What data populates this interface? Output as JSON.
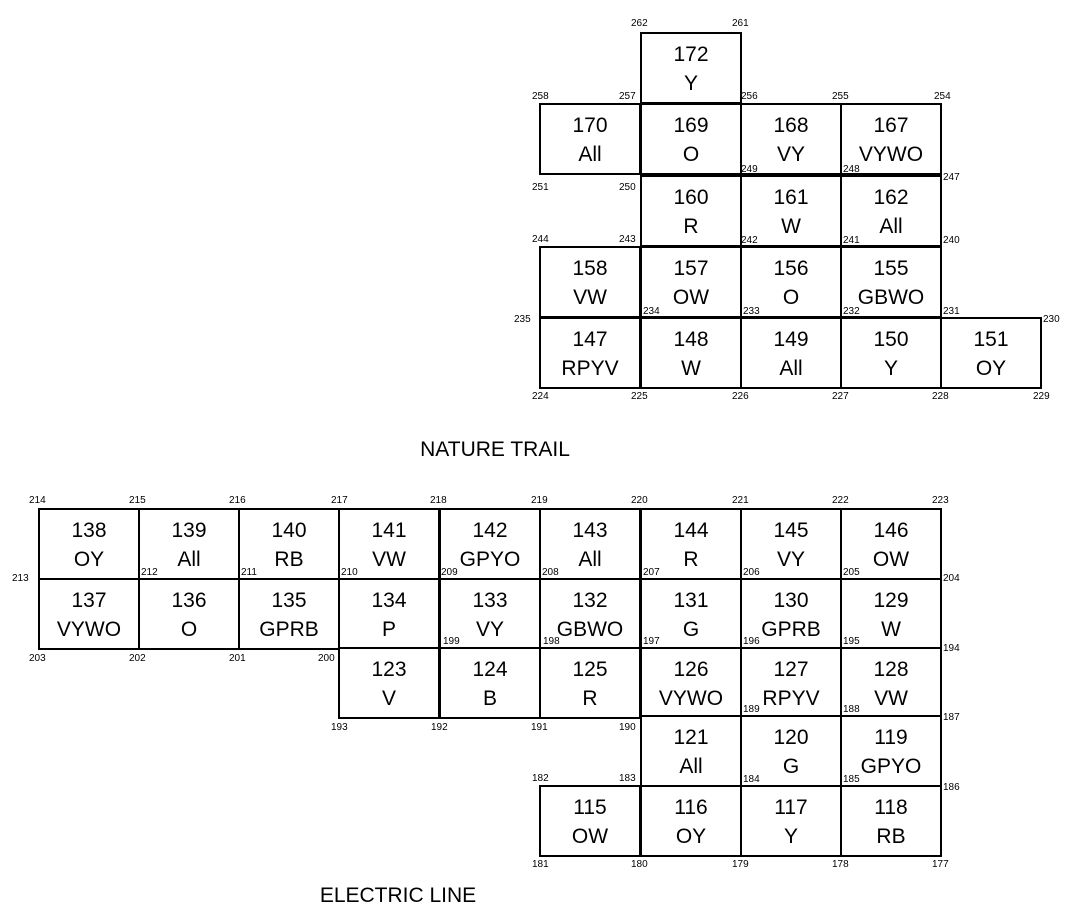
{
  "labels": {
    "nature_trail": "NATURE TRAIL",
    "electric_line": "ELECTRIC LINE"
  },
  "north_section": {
    "cells": [
      {
        "id": "172",
        "code": "Y"
      },
      {
        "id": "170",
        "code": "All"
      },
      {
        "id": "169",
        "code": "O"
      },
      {
        "id": "168",
        "code": "VY"
      },
      {
        "id": "167",
        "code": "VYWO"
      },
      {
        "id": "160",
        "code": "R"
      },
      {
        "id": "161",
        "code": "W"
      },
      {
        "id": "162",
        "code": "All"
      },
      {
        "id": "158",
        "code": "VW"
      },
      {
        "id": "157",
        "code": "OW"
      },
      {
        "id": "156",
        "code": "O"
      },
      {
        "id": "155",
        "code": "GBWO"
      },
      {
        "id": "147",
        "code": "RPYV"
      },
      {
        "id": "148",
        "code": "W"
      },
      {
        "id": "149",
        "code": "All"
      },
      {
        "id": "150",
        "code": "Y"
      },
      {
        "id": "151",
        "code": "OY"
      }
    ],
    "corner_numbers": [
      "262",
      "261",
      "258",
      "257",
      "256",
      "255",
      "254",
      "251",
      "250",
      "249",
      "248",
      "247",
      "244",
      "243",
      "242",
      "241",
      "240",
      "235",
      "234",
      "233",
      "232",
      "231",
      "230",
      "224",
      "225",
      "226",
      "227",
      "228",
      "229"
    ]
  },
  "south_section": {
    "cells": [
      {
        "id": "138",
        "code": "OY"
      },
      {
        "id": "139",
        "code": "All"
      },
      {
        "id": "140",
        "code": "RB"
      },
      {
        "id": "141",
        "code": "VW"
      },
      {
        "id": "142",
        "code": "GPYO"
      },
      {
        "id": "143",
        "code": "All"
      },
      {
        "id": "144",
        "code": "R"
      },
      {
        "id": "145",
        "code": "VY"
      },
      {
        "id": "146",
        "code": "OW"
      },
      {
        "id": "137",
        "code": "VYWO"
      },
      {
        "id": "136",
        "code": "O"
      },
      {
        "id": "135",
        "code": "GPRB"
      },
      {
        "id": "134",
        "code": "P"
      },
      {
        "id": "133",
        "code": "VY"
      },
      {
        "id": "132",
        "code": "GBWO"
      },
      {
        "id": "131",
        "code": "G"
      },
      {
        "id": "130",
        "code": "GPRB"
      },
      {
        "id": "129",
        "code": "W"
      },
      {
        "id": "123",
        "code": "V"
      },
      {
        "id": "124",
        "code": "B"
      },
      {
        "id": "125",
        "code": "R"
      },
      {
        "id": "126",
        "code": "VYWO"
      },
      {
        "id": "127",
        "code": "RPYV"
      },
      {
        "id": "128",
        "code": "VW"
      },
      {
        "id": "121",
        "code": "All"
      },
      {
        "id": "120",
        "code": "G"
      },
      {
        "id": "119",
        "code": "GPYO"
      },
      {
        "id": "115",
        "code": "OW"
      },
      {
        "id": "116",
        "code": "OY"
      },
      {
        "id": "117",
        "code": "Y"
      },
      {
        "id": "118",
        "code": "RB"
      }
    ],
    "corner_numbers": [
      "214",
      "215",
      "216",
      "217",
      "218",
      "219",
      "220",
      "221",
      "222",
      "223",
      "213",
      "212",
      "211",
      "210",
      "209",
      "208",
      "207",
      "206",
      "205",
      "204",
      "203",
      "202",
      "201",
      "200",
      "199",
      "198",
      "197",
      "196",
      "195",
      "194",
      "193",
      "192",
      "191",
      "190",
      "189",
      "188",
      "187",
      "182",
      "183",
      "184",
      "185",
      "186",
      "181",
      "180",
      "179",
      "178",
      "177"
    ]
  }
}
